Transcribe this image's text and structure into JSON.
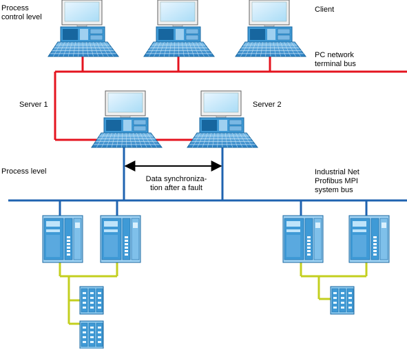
{
  "colors": {
    "terminal_bus": "#e4141f",
    "system_bus": "#1f63b0",
    "field_bus": "#c3cf1f",
    "device_blue": "#3f9ad6",
    "device_dark": "#17669f"
  },
  "labels": {
    "process_control_level": [
      "Process",
      "control level"
    ],
    "client": "Client",
    "pc_network": [
      "PC network",
      "terminal bus"
    ],
    "server1": "Server 1",
    "server2": "Server 2",
    "process_level": "Process level",
    "industrial_net": [
      "Industrial Net",
      "Profibus MPI",
      "system bus"
    ],
    "data_sync": [
      "Data synchroniza-",
      "tion after a fault"
    ]
  }
}
